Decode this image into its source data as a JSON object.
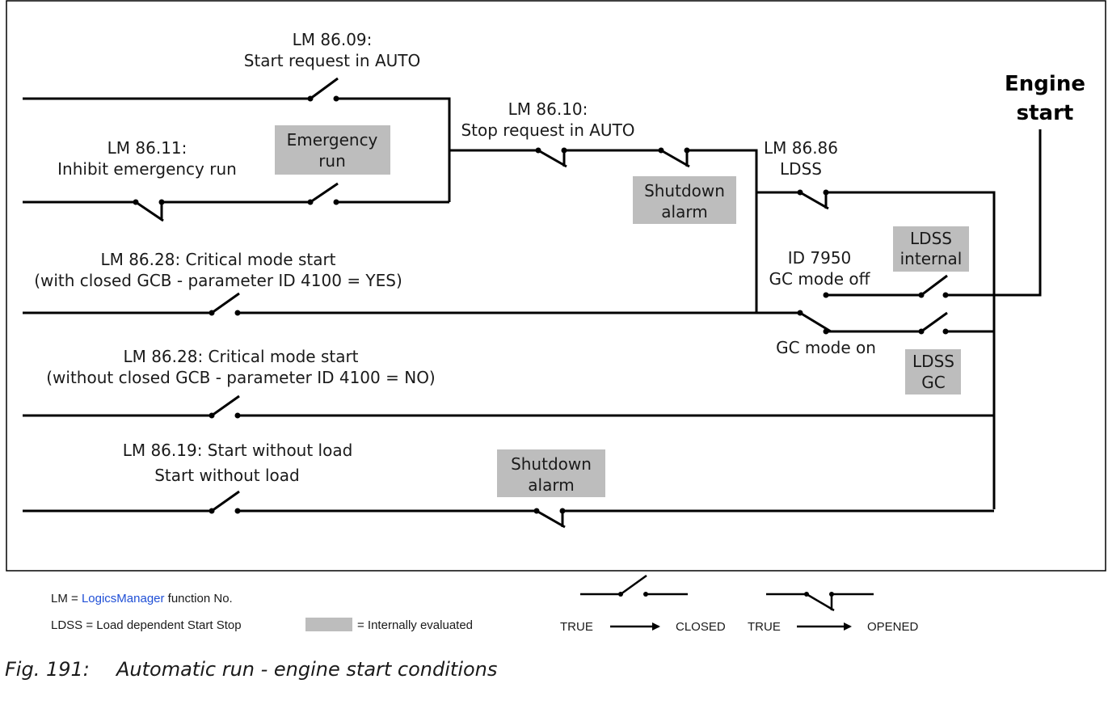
{
  "diagram": {
    "output": {
      "line1": "Engine",
      "line2": "start"
    },
    "labels": {
      "lm8609_1": "LM 86.09:",
      "lm8609_2": "Start request in AUTO",
      "lm8611_1": "LM 86.11:",
      "lm8611_2": "Inhibit emergency run",
      "emergency_1": "Emergency",
      "emergency_2": "run",
      "lm8610_1": "LM 86.10:",
      "lm8610_2": "Stop request in AUTO",
      "shutdown1_1": "Shutdown",
      "shutdown1_2": "alarm",
      "lm8686_1": "LM 86.86",
      "lm8686_2": "LDSS",
      "ldss_int_1": "LDSS",
      "ldss_int_2": "internal",
      "id7950_1": "ID 7950",
      "id7950_2": "GC mode off",
      "gc_on": "GC mode  on",
      "ldss_gc_1": "LDSS",
      "ldss_gc_2": "GC",
      "lm8628a_1": "LM 86.28: Critical mode start",
      "lm8628a_2": "(with closed GCB - parameter ID 4100 = YES)",
      "lm8628b_1": "LM 86.28: Critical mode start",
      "lm8628b_2": "(without closed GCB - parameter ID 4100 = NO)",
      "lm8619_1": "LM 86.19: Start without load",
      "lm8619_2": "Start without load",
      "shutdown2_1": "Shutdown",
      "shutdown2_2": "alarm"
    }
  },
  "legend": {
    "lm_prefix": "LM = ",
    "lm_link": "LogicsManager",
    "lm_suffix": " function No.",
    "ldss": "LDSS = Load dependent Start Stop",
    "internal": "= Internally evaluated",
    "true1": "TRUE",
    "closed": "CLOSED",
    "true2": "TRUE",
    "opened": "OPENED"
  },
  "caption": {
    "fig": "Fig. 191:",
    "title": "Automatic run - engine start conditions"
  },
  "colors": {
    "internal_box": "#bdbdbd",
    "link": "#1f4fd6"
  }
}
